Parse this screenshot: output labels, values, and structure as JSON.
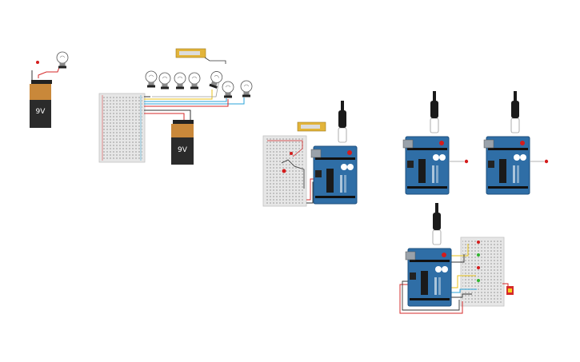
{
  "canvas": {
    "background": "#ffffff"
  },
  "colors": {
    "battery_top": "#c9883a",
    "battery_body": "#2b2b2b",
    "board_blue": "#2f6ea6",
    "board_blue_dark": "#1d4f7d",
    "breadboard": "#e6e6e6",
    "wire_red": "#d42a2a",
    "wire_black": "#333333",
    "wire_yellow": "#e8c21a",
    "wire_blue": "#2aa3d8",
    "wire_gray": "#9a9a9a",
    "led_red": "#d41c1c",
    "led_green": "#2fb52f",
    "slider_gold": "#e2b43a"
  },
  "batteries": [
    {
      "id": "battery-small",
      "label": "9V"
    },
    {
      "id": "battery-large",
      "label": "9V"
    }
  ],
  "icons": [
    "light-bulb-icon",
    "battery-9v-icon",
    "arduino-uno-icon",
    "breadboard-icon",
    "usb-cable-icon",
    "led-icon",
    "potentiometer-icon",
    "slide-switch-icon"
  ]
}
